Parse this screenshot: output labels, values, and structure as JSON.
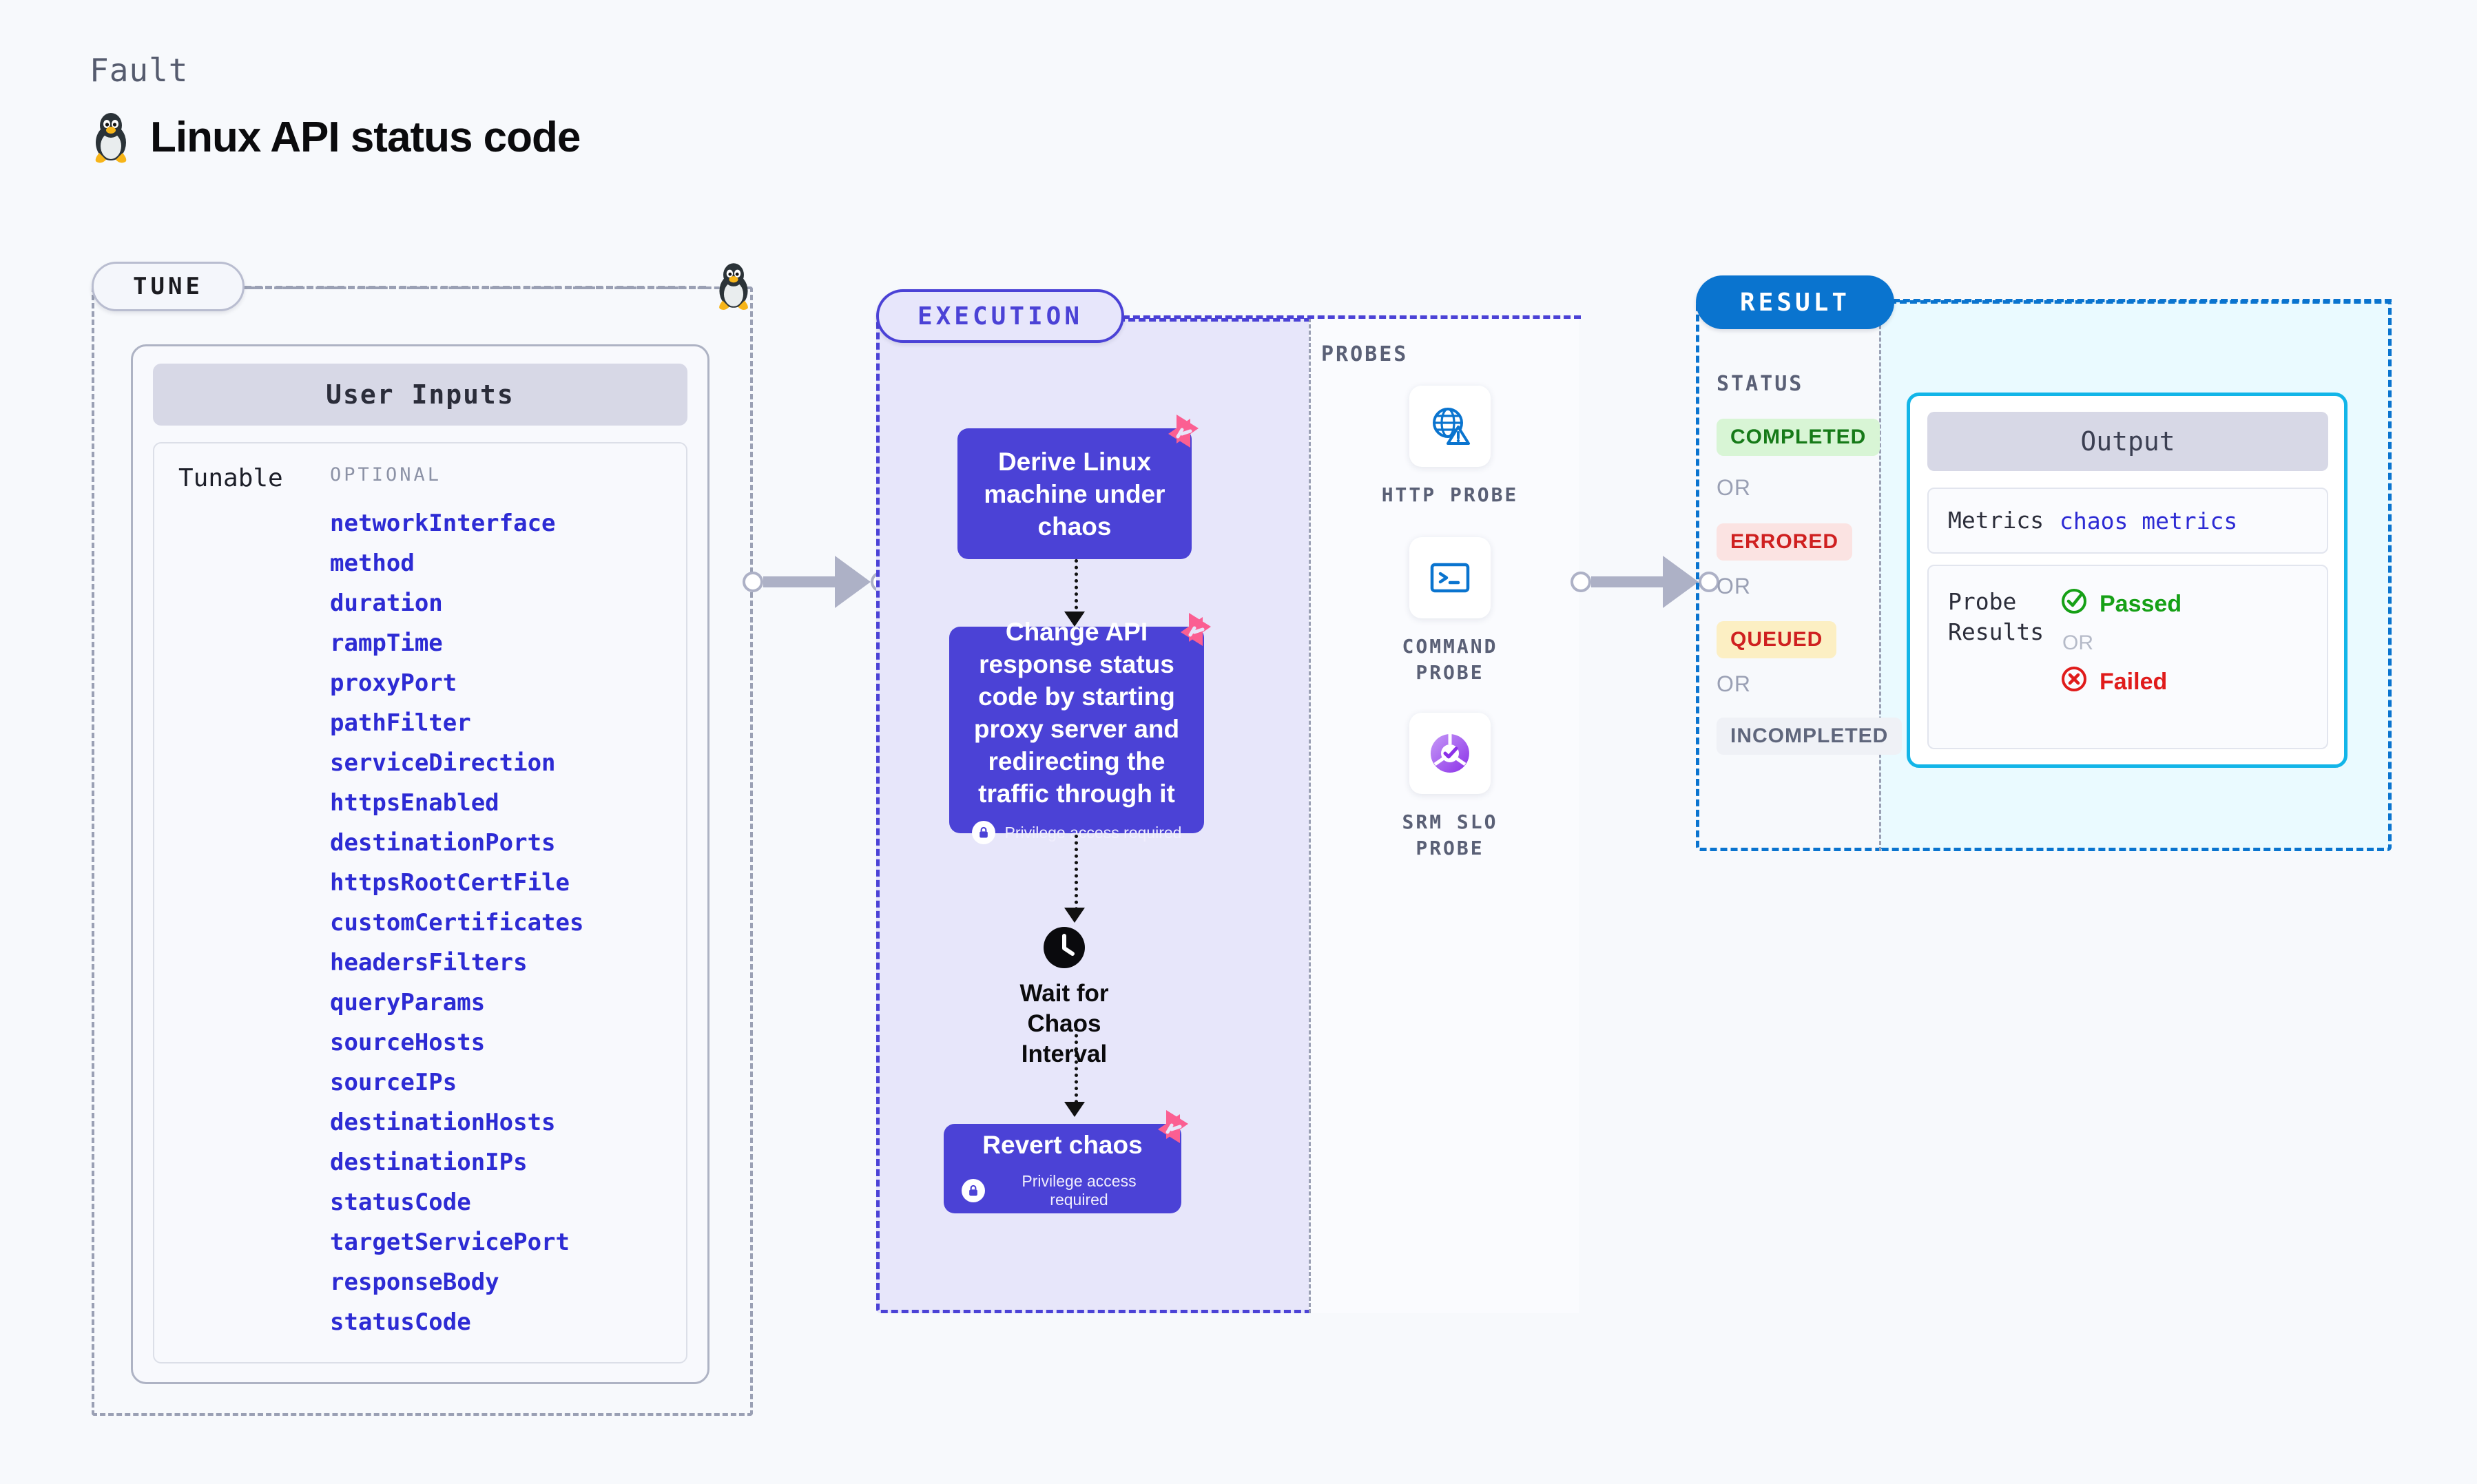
{
  "header": {
    "kicker": "Fault",
    "title": "Linux API status code",
    "icon": "linux-penguin-icon"
  },
  "tune": {
    "pill_label": "TUNE",
    "card_title": "User Inputs",
    "row_key": "Tunable",
    "optional_label": "OPTIONAL",
    "tunables": [
      "networkInterface",
      "method",
      "duration",
      "rampTime",
      "proxyPort",
      "pathFilter",
      "serviceDirection",
      "httpsEnabled",
      "destinationPorts",
      "httpsRootCertFile",
      "customCertificates",
      "headersFilters",
      "queryParams",
      "sourceHosts",
      "sourceIPs",
      "destinationHosts",
      "destinationIPs",
      "statusCode",
      "targetServicePort",
      "responseBody",
      "statusCode"
    ]
  },
  "execution": {
    "pill_label": "EXECUTION",
    "privilege_note": "Privilege access required",
    "nodes": [
      {
        "title": "Derive Linux machine under chaos",
        "privileged": false,
        "badge": "chaos-fault-badge-icon"
      },
      {
        "title": "Change API response status code by starting proxy server and redirecting the traffic through it",
        "privileged": true,
        "badge": "chaos-fault-badge-icon"
      }
    ],
    "wait": {
      "label": "Wait for Chaos Interval",
      "icon": "clock-icon"
    },
    "revert": {
      "title": "Revert chaos",
      "privileged": true,
      "badge": "chaos-fault-badge-icon"
    }
  },
  "probes": {
    "section_label": "PROBES",
    "items": [
      {
        "name": "HTTP PROBE",
        "icon": "globe-warning-icon"
      },
      {
        "name": "COMMAND PROBE",
        "icon": "terminal-icon"
      },
      {
        "name": "SRM SLO PROBE",
        "icon": "srm-slo-gauge-icon"
      }
    ]
  },
  "result": {
    "pill_label": "RESULT",
    "status_label": "STATUS",
    "or_label": "OR",
    "statuses": [
      {
        "label": "COMPLETED",
        "bg": "#d8f5d5",
        "fg": "#167a18"
      },
      {
        "label": "ERRORED",
        "bg": "#fbe3e2",
        "fg": "#cf2020"
      },
      {
        "label": "QUEUED",
        "bg": "#fcefc3",
        "fg": "#cf2020"
      },
      {
        "label": "INCOMPLETED",
        "bg": "#eff1f6",
        "fg": "#5f667c"
      }
    ],
    "output": {
      "title": "Output",
      "metrics_key": "Metrics",
      "metrics_value": "chaos metrics",
      "probe_results_key": "Probe Results",
      "passed_label": "Passed",
      "failed_label": "Failed",
      "or_label": "OR",
      "passed_icon": "check-circle-icon",
      "failed_icon": "x-circle-icon"
    }
  },
  "colors": {
    "accent_purple": "#4b42d6",
    "accent_blue": "#0a74cf",
    "accent_cyan": "#12b5e8",
    "badge_pink": "#fb5f92",
    "tunable_text": "#2d2bd4"
  }
}
